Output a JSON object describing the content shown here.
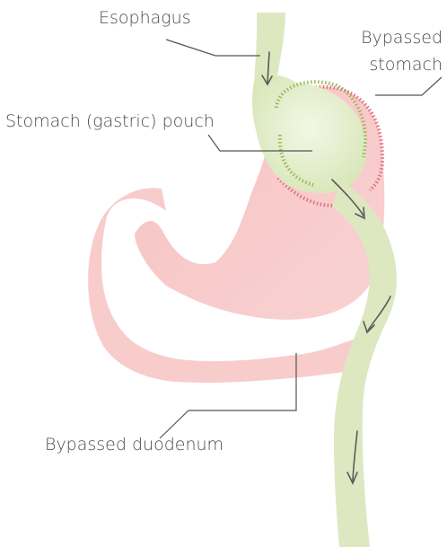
{
  "labels": {
    "esophagus": "Esophagus",
    "bypassed_stomach_line1": "Bypassed",
    "bypassed_stomach_line2": "stomach",
    "stomach_pouch": "Stomach (gastric) pouch",
    "bypassed_duodenum": "Bypassed duodenum"
  },
  "colors": {
    "bypassed_tissue": "#f8c6c6",
    "bypassed_tissue_light": "#fbdada",
    "staple_line": "#e07080",
    "pouch_and_intestine": "#dde8c1",
    "pouch_staple_line": "#9cb85c",
    "pouch_outline": "#c9d9a3",
    "arrow": "#5a5a5a",
    "leader_line": "#555555",
    "label_text": "#4a4a4a"
  }
}
